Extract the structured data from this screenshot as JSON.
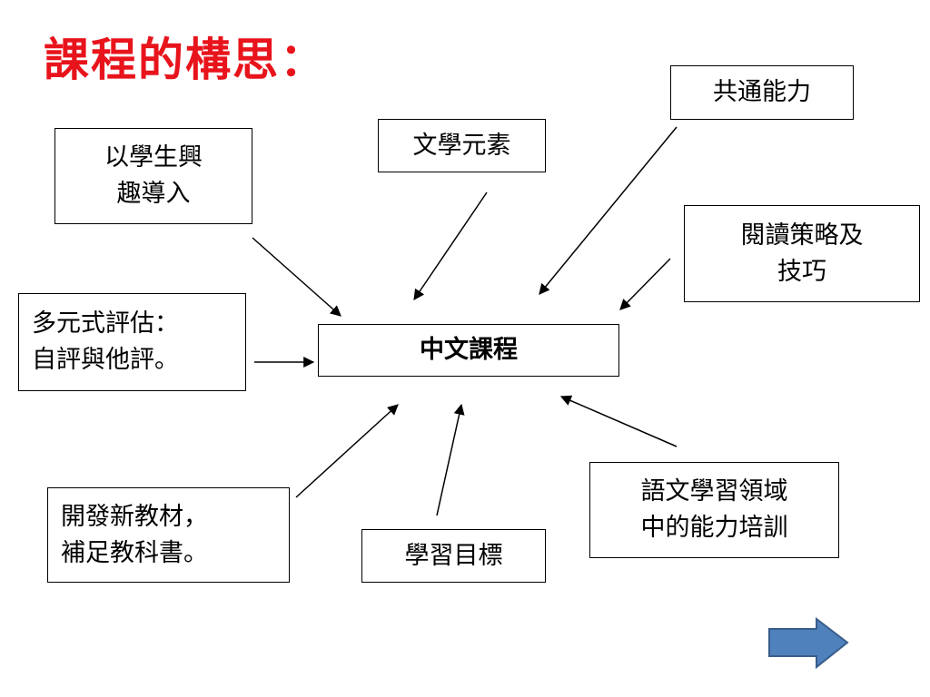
{
  "title": "課程的構思：",
  "colors": {
    "title": "#e8141c",
    "arrow_fill": "#4f81bd",
    "arrow_stroke": "#385d8a"
  },
  "center": {
    "label": "中文課程"
  },
  "nodes": {
    "interest": "以學生興\n趣導入",
    "literature": "文學元素",
    "common": "共通能力",
    "reading": "閱讀策略及\n技巧",
    "assessment": "多元式評估：\n自評與他評。",
    "materials": "開發新教材，\n補足教科書。",
    "objectives": "學習目標",
    "ability": "語文學習領域\n中的能力培訓"
  },
  "next_button": {
    "icon": "right-arrow-icon"
  }
}
